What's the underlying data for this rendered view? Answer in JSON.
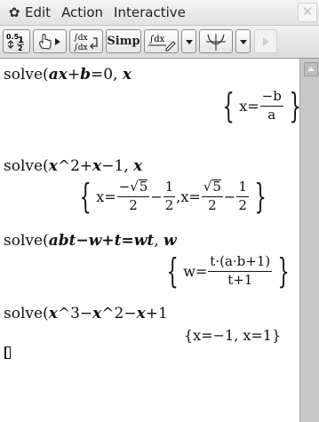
{
  "menu": {
    "settings_icon": "gear-icon",
    "items": [
      {
        "label": "Edit"
      },
      {
        "label": "Action"
      },
      {
        "label": "Interactive"
      }
    ],
    "close_icon": "close-icon"
  },
  "toolbar": {
    "fraction_decimal": {
      "top": "0.5",
      "bottom": "1",
      "right": "2"
    },
    "simp": {
      "label": "Simp"
    },
    "icons": [
      "fraction-decimal-toggle-icon",
      "drag-hand-icon",
      "integral-definite-icon",
      "simp-button",
      "integral-pen-icon",
      "dropdown-arrow-icon",
      "graph-axes-icon",
      "dropdown-arrow-icon",
      "play-icon"
    ]
  },
  "work": {
    "line1": {
      "fn": "solve(",
      "a": "a",
      "x1": "x",
      "plus": "+",
      "b": "b",
      "eq": "=0, ",
      "x2": "x"
    },
    "out1": {
      "lhs": "x=",
      "num": "−b",
      "den": "a"
    },
    "line2": {
      "fn": "solve(",
      "x1": "x",
      "pow": "^2+",
      "x2": "x",
      "rest": "−1, ",
      "x3": "x"
    },
    "out2": {
      "a_lhs": "x=",
      "a_num_sign": "−",
      "a_rad": "5",
      "a_den": "2",
      "a_minus": "−",
      "a_f_num": "1",
      "a_f_den": "2",
      "sep": ", ",
      "b_lhs": "x=",
      "b_rad": "5",
      "b_den": "2",
      "b_minus": "−",
      "b_f_num": "1",
      "b_f_den": "2"
    },
    "line3": {
      "fn": "solve(",
      "abt": "abt",
      "m1": "−",
      "w1": "w",
      "p": "+",
      "t1": "t",
      "eq": "=",
      "wt": "wt",
      "c": ", ",
      "w2": "w"
    },
    "out3": {
      "lhs": "w=",
      "num": "t·(a·b+1)",
      "den": "t+1"
    },
    "line4": {
      "fn": "solve(",
      "x1": "x",
      "pow1": "^3−",
      "x2": "x",
      "pow2": "^2−",
      "x3": "x",
      "rest": "+1"
    },
    "out4": {
      "text": "{x=−1, x=1}"
    }
  }
}
